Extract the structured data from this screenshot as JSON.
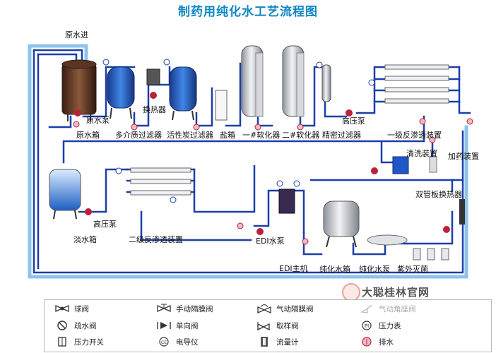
{
  "title": "制药用纯化水工艺流程图",
  "labels": {
    "raw_water_in": "原水进",
    "raw_water_pump": "原水泵",
    "raw_water_tank": "原水箱",
    "multimedia_filter": "多介质过滤器",
    "heat_exchanger": "换热器",
    "carbon_filter": "活性炭过滤器",
    "salt_tank": "盐箱",
    "softener_1": "一#软化器",
    "softener_2": "二#软化器",
    "precision_filter": "精密过滤器",
    "hp_pump_1": "高压泵",
    "ro_stage_1": "一级反渗透装置",
    "cleaning_device": "清洗装置",
    "dosing_device": "加药装置",
    "hp_pump_2": "高压泵",
    "fresh_water_tank": "淡水箱",
    "ro_stage_2": "二级反渗透装置",
    "edi_pump": "EDI水泵",
    "edi_host": "EDI主机",
    "pure_water_tank": "纯化水箱",
    "pure_water_pump": "纯化水泵",
    "uv_sterilizer": "紫外灭菌",
    "double_tube_exchanger": "双管板换热器"
  },
  "legend": [
    {
      "icon": "ball-valve-icon",
      "label": "球阀"
    },
    {
      "icon": "manual-diaphragm-valve-icon",
      "label": "手动隔膜阀"
    },
    {
      "icon": "pneumatic-diaphragm-valve-icon",
      "label": "气动隔膜阀"
    },
    {
      "icon": "pneumatic-angle-valve-icon",
      "label": "气动角座阀"
    },
    {
      "icon": "drain-valve-icon",
      "label": "疏水阀"
    },
    {
      "icon": "check-valve-icon",
      "label": "单向阀"
    },
    {
      "icon": "sampling-valve-icon",
      "label": "取样阀"
    },
    {
      "icon": "pressure-gauge-icon",
      "label": "压力表"
    },
    {
      "icon": "pressure-switch-icon",
      "label": "压力开关"
    },
    {
      "icon": "conductivity-meter-icon",
      "label": "电导仪"
    },
    {
      "icon": "flow-meter-icon",
      "label": "流量计"
    },
    {
      "icon": "drain-icon",
      "label": "排水"
    }
  ],
  "watermark": "大聪桂林官网",
  "colors": {
    "pipe": "#1a3fa8",
    "title": "#0f86c5",
    "pump": "#b8233a",
    "tank_blue": "#2a6fd1",
    "steel": "#c9ccd3"
  }
}
